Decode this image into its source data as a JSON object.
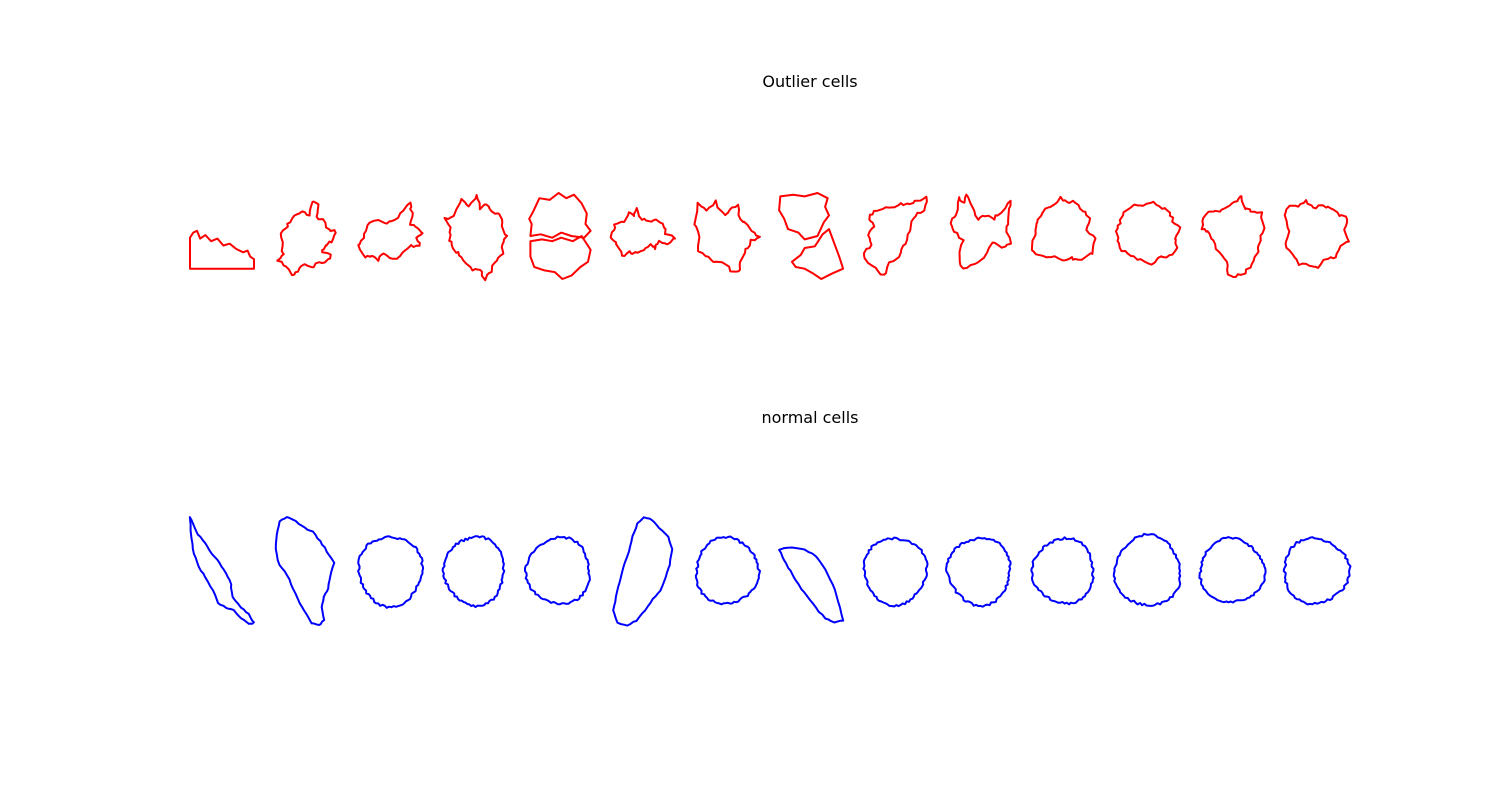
{
  "chart_data": [
    {
      "type": "shape-gallery",
      "title": "Outlier cells",
      "color": "#ff0000",
      "n_cells": 14,
      "shapes": [
        "L 0.00,0.52 0.05,0.46 0.11,0.44 0.16,0.53 0.24,0.49 0.33,0.56 0.43,0.53 0.52,0.61 0.62,0.59 0.72,0.65 0.83,0.69 0.90,0.67 0.94,0.74 1.00,0.77 1.00,0.88 0.80,0.88 0.60,0.88 0.40,0.88 0.20,0.88 0.00,0.88 0.00,0.70 Z",
        "S 0.54,0.26 0.60,0.10 0.70,0.14 0.66,0.28 0.75,0.32 0.86,0.42 0.96,0.46 0.90,0.56 0.80,0.62 0.74,0.68 0.90,0.72 0.82,0.80 0.70,0.82 0.58,0.86 0.44,0.82 0.36,0.92 0.28,0.96 0.20,0.84 0.06,0.80 0.14,0.70 0.12,0.58 0.10,0.46 0.20,0.38 0.26,0.30 0.36,0.24 0.44,0.20 Z",
        "S 0.14,0.36 0.30,0.32 0.44,0.36 0.56,0.30 0.70,0.22 0.80,0.10 0.84,0.24 0.82,0.36 0.92,0.40 1.00,0.46 0.92,0.52 0.96,0.60 0.84,0.62 0.72,0.68 0.64,0.74 0.50,0.76 0.40,0.70 0.30,0.78 0.20,0.72 0.12,0.76 0.00,0.62 0.08,0.54 Z",
        "S 0.30,0.06 0.42,0.16 0.54,0.02 0.60,0.18 0.70,0.12 0.76,0.22 0.90,0.26 0.94,0.40 1.00,0.50 0.92,0.60 0.96,0.72 0.84,0.78 0.76,0.90 0.66,1.00 0.58,0.88 0.46,0.90 0.36,0.80 0.26,0.72 0.18,0.66 0.10,0.54 0.14,0.40 0.04,0.30 0.18,0.26 Z",
        "M 0.10,0.22 0.20,0.06 0.36,0.08 0.50,0.00 0.62,0.06 0.74,0.02 0.86,0.12 0.94,0.24 0.92,0.36 1.00,0.44 0.90,0.52 0.70,0.50 0.54,0.46 0.40,0.52 0.22,0.48 0.06,0.50 0.08,0.36 0.04,0.30 Z M 0.06,0.56 0.24,0.54 0.40,0.56 0.54,0.52 0.72,0.56 0.86,0.50 1.00,0.66 0.96,0.80 0.84,0.86 0.70,0.96 0.56,1.00 0.44,0.92 0.28,0.90 0.12,0.86 0.06,0.74 Z",
        "S 0.06,0.36 0.22,0.32 0.30,0.22 0.36,0.26 0.40,0.18 0.48,0.30 0.60,0.34 0.72,0.30 0.82,0.36 0.86,0.46 1.00,0.52 0.90,0.58 0.74,0.56 0.70,0.64 0.62,0.60 0.52,0.66 0.38,0.70 0.28,0.68 0.18,0.74 0.10,0.60 0.00,0.54 0.04,0.44 Z",
        "S 0.04,0.12 0.18,0.20 0.32,0.10 0.46,0.26 0.56,0.20 0.66,0.14 0.70,0.32 0.82,0.36 0.94,0.46 1.00,0.52 0.88,0.56 0.80,0.66 0.72,0.80 0.70,0.92 0.56,0.90 0.44,0.80 0.30,0.80 0.16,0.72 0.04,0.66 0.08,0.50 0.00,0.36 Z",
        "M 0.02,0.04 0.22,0.02 0.40,0.04 0.60,0.00 0.76,0.06 0.72,0.16 0.78,0.26 0.70,0.34 0.60,0.50 0.40,0.54 0.30,0.46 0.14,0.42 0.08,0.30 0.00,0.20 Z M 0.34,0.72 0.40,0.64 0.56,0.62 0.68,0.48 0.78,0.42 0.86,0.58 0.94,0.74 1.00,0.88 0.82,0.94 0.66,1.00 0.54,0.94 0.40,0.88 0.26,0.86 0.20,0.80 Z",
        "S 0.16,0.20 0.36,0.18 0.54,0.14 0.68,0.12 0.82,0.10 1.00,0.06 0.94,0.20 0.82,0.26 0.74,0.38 0.70,0.50 0.62,0.62 0.56,0.74 0.40,0.82 0.32,0.96 0.18,0.88 0.04,0.78 0.00,0.70 0.14,0.60 0.08,0.48 0.18,0.38 0.10,0.30 Z",
        "S 0.18,0.06 0.26,0.12 0.30,0.02 0.40,0.16 0.48,0.30 0.60,0.26 0.72,0.30 0.84,0.22 1.00,0.08 0.96,0.26 0.92,0.40 0.98,0.58 0.86,0.62 0.70,0.58 0.58,0.74 0.44,0.82 0.24,0.88 0.18,0.74 0.24,0.56 0.10,0.44 0.04,0.34 0.14,0.26 Z",
        "S 0.10,0.30 0.22,0.18 0.34,0.14 0.44,0.06 0.56,0.12 0.68,0.10 0.80,0.20 0.90,0.30 0.86,0.44 1.00,0.52 0.96,0.70 0.84,0.74 0.74,0.78 0.62,0.76 0.50,0.80 0.36,0.74 0.22,0.76 0.12,0.72 0.00,0.66 0.04,0.52 0.06,0.40 Z",
        "S 0.12,0.24 0.30,0.14 0.44,0.16 0.58,0.10 0.72,0.18 0.84,0.22 0.90,0.34 1.00,0.40 0.92,0.52 0.96,0.62 0.84,0.74 0.70,0.74 0.56,0.82 0.40,0.78 0.24,0.74 0.10,0.66 0.04,0.56 0.00,0.44 0.06,0.34 Z",
        "S 0.04,0.30 0.16,0.20 0.30,0.22 0.46,0.14 0.58,0.08 0.66,0.04 0.70,0.18 0.80,0.20 0.96,0.24 1.00,0.40 0.94,0.56 0.90,0.70 0.82,0.84 0.70,0.92 0.56,0.98 0.44,0.94 0.42,0.80 0.30,0.70 0.20,0.56 0.12,0.44 0.04,0.42 Z",
        "S 0.00,0.26 0.08,0.14 0.22,0.16 0.34,0.10 0.46,0.18 0.60,0.14 0.74,0.18 0.86,0.26 1.00,0.30 0.94,0.42 1.00,0.56 0.90,0.62 0.80,0.74 0.68,0.76 0.54,0.86 0.40,0.84 0.22,0.82 0.12,0.72 0.02,0.60 0.08,0.46 Z"
      ]
    },
    {
      "type": "shape-gallery",
      "title": "normal cells",
      "color": "#0000ff",
      "n_cells": 14,
      "shapes": [
        "S 0.00,0.00 0.06,0.08 0.12,0.16 0.24,0.24 0.34,0.34 0.46,0.42 0.56,0.52 0.64,0.62 0.66,0.74 0.80,0.84 0.92,0.90 1.00,0.98 0.92,0.99 0.80,0.94 0.68,0.86 0.56,0.84 0.44,0.80 0.36,0.68 0.24,0.56 0.14,0.46 0.06,0.34 0.02,0.20 Z",
        "S 0.08,0.04 0.20,0.00 0.34,0.04 0.48,0.10 0.60,0.14 0.72,0.22 0.82,0.32 0.94,0.42 0.88,0.54 0.84,0.66 0.78,0.74 0.74,0.84 0.78,0.96 0.70,1.00 0.58,0.98 0.50,0.90 0.40,0.80 0.30,0.66 0.20,0.54 0.08,0.44 0.02,0.30 0.04,0.16 Z",
        "C",
        "C",
        "C",
        "S 0.52,0.00 0.64,0.02 0.76,0.10 0.90,0.18 0.96,0.30 0.92,0.44 0.86,0.56 0.78,0.68 0.66,0.76 0.54,0.86 0.40,0.96 0.26,1.00 0.10,0.98 0.04,0.86 0.08,0.74 0.14,0.60 0.20,0.46 0.28,0.32 0.34,0.18 0.42,0.06 Z",
        "C",
        "S 0.00,0.30 0.20,0.28 0.40,0.30 0.58,0.36 0.72,0.48 0.84,0.62 0.92,0.78 1.00,0.96 0.86,0.98 0.72,0.94 0.58,0.84 0.44,0.74 0.30,0.62 0.18,0.50 0.08,0.40 Z",
        "C",
        "C",
        "C",
        "C",
        "C",
        "C"
      ]
    }
  ],
  "figure": {
    "outlier_title": "Outlier cells",
    "normal_title": "normal cells"
  }
}
